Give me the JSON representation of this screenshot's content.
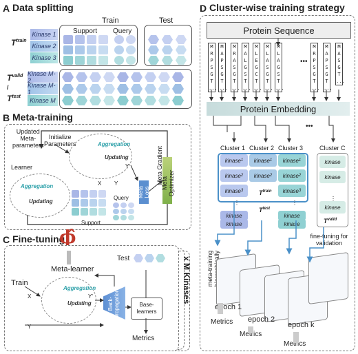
{
  "panel_a": {
    "letter": "A",
    "title": "Data splitting",
    "train": "Train",
    "test": "Test",
    "support": "Support",
    "query": "Query",
    "t_train": "T",
    "t_train_sup": "train",
    "t_valid": "T",
    "t_valid_sup": "valid",
    "slash": "/",
    "t_test": "T",
    "t_test_sup": "test",
    "kinases_top": [
      "Kinase 1",
      "Kinase 2",
      "Kinase 3"
    ],
    "kinases_bottom": [
      "Kinase M-2",
      "Kinase M-1",
      "Kinase M"
    ]
  },
  "panel_b": {
    "letter": "B",
    "title": "Meta-training",
    "updated": "Updated",
    "meta": "Meta-",
    "parameters": "parameters",
    "initialize": "Initialize",
    "init_params": "Parameters",
    "learner": "Learner",
    "aggregation": "Aggregation",
    "updating": "Updating",
    "support": "Support",
    "query": "Query",
    "x": "X",
    "y": "Y",
    "yprime": "Y'",
    "meta_loss": "Meta Loss",
    "meta_gradient": "Meta Gradient",
    "meta_optimizer": "Meta Optimizer"
  },
  "panel_c": {
    "letter": "C",
    "title": "Fine-tuning",
    "phi": "ϕ̂",
    "meta_learner": "Meta-learner",
    "train": "Train",
    "test": "Test",
    "backprop": "Back-propagation",
    "base_learners": "Base-learners",
    "metrics": "Metrics",
    "x_m": "x M Kinases",
    "x": "X",
    "y": "Y",
    "yprime": "Y'",
    "aggregation": "Aggregation",
    "updating": "Updating"
  },
  "panel_d": {
    "letter": "D",
    "title": "Cluster-wise training strategy",
    "protein_sequence": "Protein Sequence",
    "protein_embedding": "Protein Embedding",
    "dots": "•••",
    "seq_cols": [
      [
        "M",
        "R",
        "P",
        "S",
        "G",
        "T",
        "..."
      ],
      [
        "M",
        "A",
        "P",
        "S",
        "G",
        "T",
        "..."
      ],
      [
        "M",
        "R",
        "A",
        "S",
        "G",
        "T",
        "..."
      ],
      [
        "M",
        "A",
        "L",
        "G",
        "S",
        "T",
        "..."
      ],
      [
        "M",
        "L",
        "E",
        "G",
        "C",
        "T",
        "..."
      ],
      [
        "M",
        "L",
        "A",
        "S",
        "G",
        "T",
        "..."
      ],
      [
        "M",
        "L",
        "A",
        "G",
        "S",
        "T",
        "..."
      ],
      [
        "M",
        "R",
        "P",
        "S",
        "G",
        "T",
        "..."
      ],
      [
        "M",
        "A",
        "P",
        "S",
        "G",
        "T",
        "..."
      ],
      [
        "M",
        "A",
        "S",
        "G",
        "T",
        "..."
      ]
    ],
    "clusters": [
      "Cluster 1",
      "Cluster 2",
      "Cluster 3",
      "Cluster C"
    ],
    "kinase": "kinase",
    "ttrain": "T",
    "ttrain_sup": "train",
    "ttest": "T",
    "ttest_sup": "test",
    "tvalid": "T",
    "tvalid_sup": "valid",
    "fine_tuning_validation": "fine-tuning for validation",
    "meta_hier": "meta-training hierarchically",
    "epochs": [
      "epoch 1",
      "epoch 2",
      "epoch k"
    ],
    "metrics": "Metrics",
    "vdots": "⋮"
  }
}
